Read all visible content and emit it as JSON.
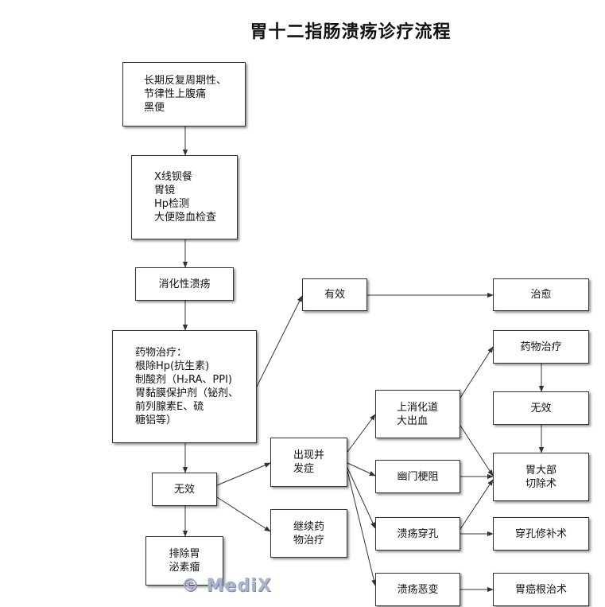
{
  "title": "胃十二指肠溃疡诊疗流程",
  "watermark": "© MediX",
  "nodes": {
    "symptoms": [
      "长期反复周期性、",
      "节律性上腹痛",
      "黑便"
    ],
    "exams": [
      "X线钡餐",
      "胃镜",
      "Hp检测",
      "大便隐血检查"
    ],
    "peptic_ulcer": [
      "消化性溃疡"
    ],
    "drug_therapy": [
      "药物治疗：",
      "根除Hp(抗生素)",
      "制酸剂（H₂RA、PPI)",
      "胃黏膜保护剂（铋剂、",
      "前列腺素E、硫",
      "糖铝等）"
    ],
    "effective": [
      "有效"
    ],
    "cured": [
      "治愈"
    ],
    "ineffective": [
      "无效"
    ],
    "exclude_gastrinoma": [
      "排除胃",
      "泌素瘤"
    ],
    "complications": [
      "出现并",
      "发症"
    ],
    "continue_drugs": [
      "继续药",
      "物治疗"
    ],
    "upper_gi_bleeding": [
      "上消化道",
      "大出血"
    ],
    "pyloric_obstruction": [
      "幽门梗阻"
    ],
    "ulcer_perforation": [
      "溃疡穿孔"
    ],
    "ulcer_malignancy": [
      "溃疡恶变"
    ],
    "drug_therapy_2": [
      "药物治疗"
    ],
    "ineffective_2": [
      "无效"
    ],
    "subtotal_gastrectomy": [
      "胃大部",
      "切除术"
    ],
    "perforation_repair": [
      "穿孔修补术"
    ],
    "radical_gastrectomy": [
      "胃癌根治术"
    ]
  },
  "colors": {
    "border": "#333333",
    "arrow": "#333333"
  }
}
